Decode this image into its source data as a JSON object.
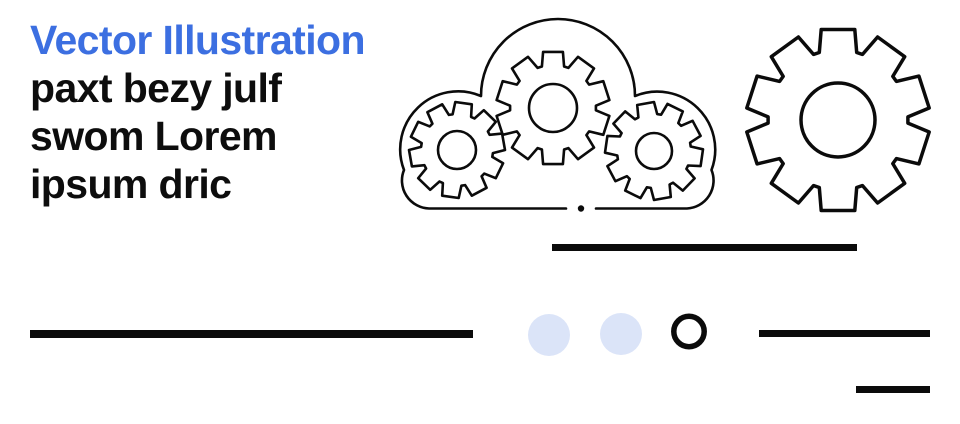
{
  "title": {
    "label": "Vector Illustration"
  },
  "body": {
    "lines": [
      "paxt bezy julf",
      "swom Lorem",
      "ipsum dric"
    ]
  },
  "colors": {
    "title_blue": "#3C6FE1",
    "ink_black": "#0B0B0B",
    "pale_blue": "#DBE4F8",
    "background": "#FFFFFF"
  },
  "icons": {
    "cloud_gears": "cloud-with-three-gears-icon",
    "gear": "gear-icon"
  },
  "decor": {
    "pale_dots": 2,
    "rings": 1,
    "bars": 4
  }
}
